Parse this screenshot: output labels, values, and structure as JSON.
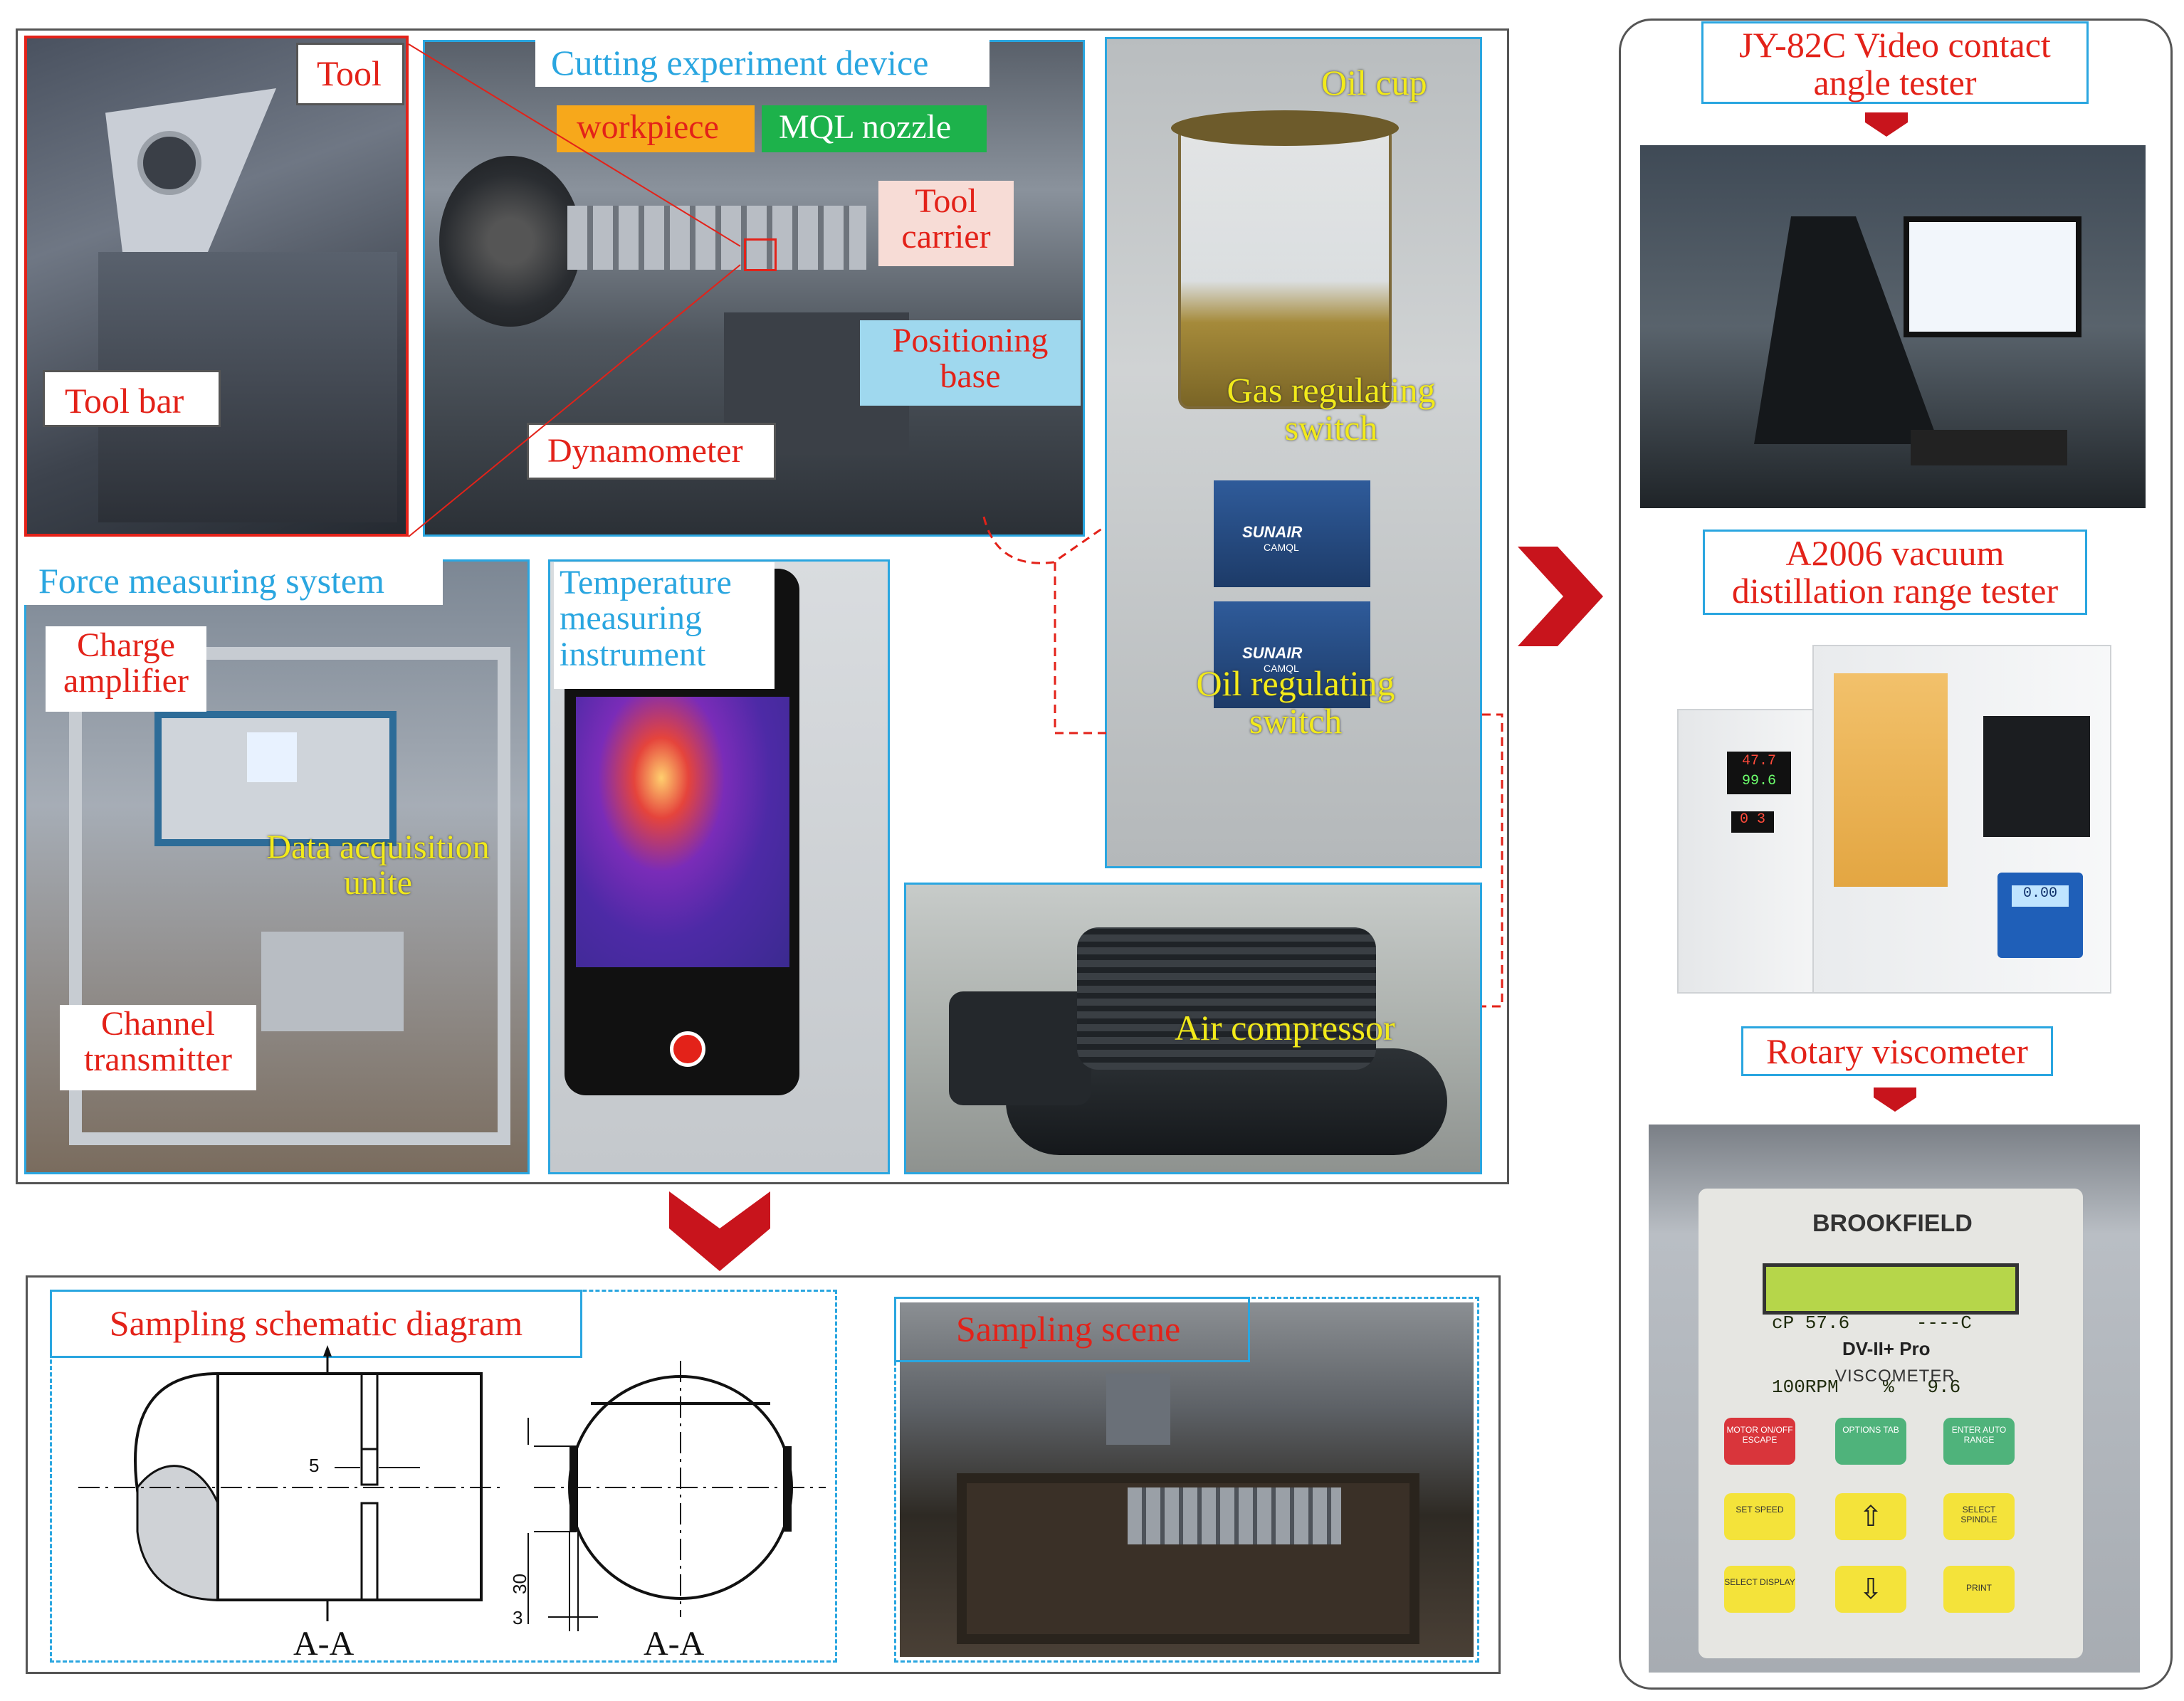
{
  "top_panel": {
    "cutting_title": "Cutting experiment device",
    "tool": "Tool",
    "tool_bar": "Tool bar",
    "workpiece": "workpiece",
    "mql_nozzle": "MQL nozzle",
    "tool_carrier_1": "Tool",
    "tool_carrier_2": "carrier",
    "positioning_1": "Positioning",
    "positioning_2": "base",
    "dynamometer": "Dynamometer",
    "oil_cup": "Oil cup",
    "gas_switch_1": "Gas regulating",
    "gas_switch_2": "switch",
    "oil_switch_1": "Oil regulating",
    "oil_switch_2": "switch",
    "sunair_brand": "SUNAIR",
    "sunair_model": "CAMQL",
    "force_title": "Force measuring system",
    "charge_1": "Charge",
    "charge_2": "amplifier",
    "daq_1": "Data acquisition",
    "daq_2": "unite",
    "channel_1": "Channel",
    "channel_2": "transmitter",
    "temp_1": "Temperature",
    "temp_2": "measuring",
    "temp_3": "instrument",
    "air_compressor": "Air compressor"
  },
  "right_panel": {
    "contact_1": "JY-82C Video contact",
    "contact_2": "angle tester",
    "distill_1": "A2006 vacuum",
    "distill_2": "distillation range tester",
    "distill_display_1": "47.7",
    "distill_display_2": "99.6",
    "distill_display_3": "0 3",
    "distill_display_4": "0.00",
    "rotary": "Rotary viscometer",
    "brand": "BROOKFIELD",
    "lcd_1": "cP 57.6      ----C",
    "lcd_2": "100RPM    %   9.6",
    "model": "DV-II+ Pro",
    "viscometer": "VISCOMETER",
    "btn_motor": "MOTOR ON/OFF ESCAPE",
    "btn_options": "OPTIONS TAB",
    "btn_enter": "ENTER AUTO RANGE",
    "btn_speed": "SET SPEED",
    "btn_spindle": "SELECT SPINDLE",
    "btn_display": "SELECT DISPLAY",
    "btn_print": "PRINT"
  },
  "bottom_panel": {
    "schematic_title": "Sampling schematic diagram",
    "scene_title": "Sampling scene",
    "dim_5": "5",
    "dim_30": "30",
    "dim_3": "3",
    "section_1": "A-A",
    "section_2": "A-A"
  },
  "colors": {
    "label_red": "#e32219",
    "label_blue": "#2aa6e0",
    "label_yellow": "#f2ea1a",
    "chevron": "#c8141c",
    "workpiece_bg": "#f7a81b",
    "nozzle_bg": "#1db24b",
    "tool_carrier_bg": "#f7dcd6",
    "positioning_bg": "#9fd8ee"
  }
}
